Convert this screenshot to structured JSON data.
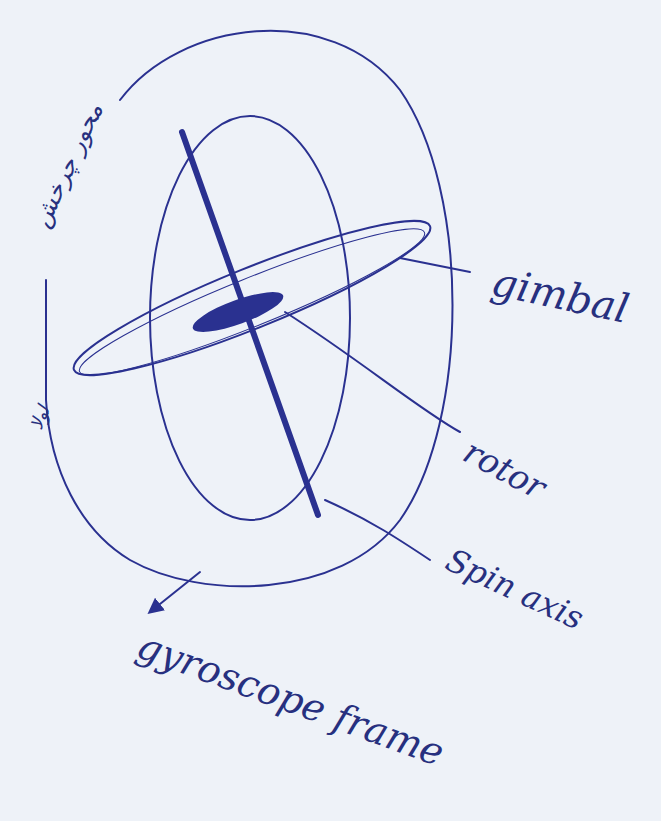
{
  "diagram": {
    "labels": [
      "محور چرخش",
      "gimbal",
      "لولا",
      "rotor",
      "Spin axis",
      "gyroscope frame"
    ]
  }
}
